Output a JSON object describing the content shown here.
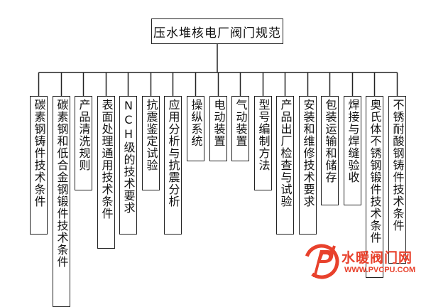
{
  "diagram": {
    "root": "压水堆核电厂阀门规范",
    "children": [
      "碳素钢铸件技术条件",
      "碳素钢和低合金钢锻件技术条件",
      "产品清洗规则",
      "表面处理通用技术条件",
      "NCH级的技术要求",
      "抗震鉴定试验",
      "应用分析与抗震分析",
      "操纵系统",
      "电动装置",
      "气动装置",
      "型号编制方法",
      "产品出厂检查与试验",
      "安装和维修技术要求",
      "包装运输和储存",
      "焊接与焊缝验收",
      "奥氏体不锈钢锻件技术条件",
      "不锈耐酸钢铸件技术条件"
    ]
  },
  "watermark": {
    "name": "水暖阀门网",
    "url": "WWW.PVCPU.COM",
    "color": "#e8412c"
  }
}
